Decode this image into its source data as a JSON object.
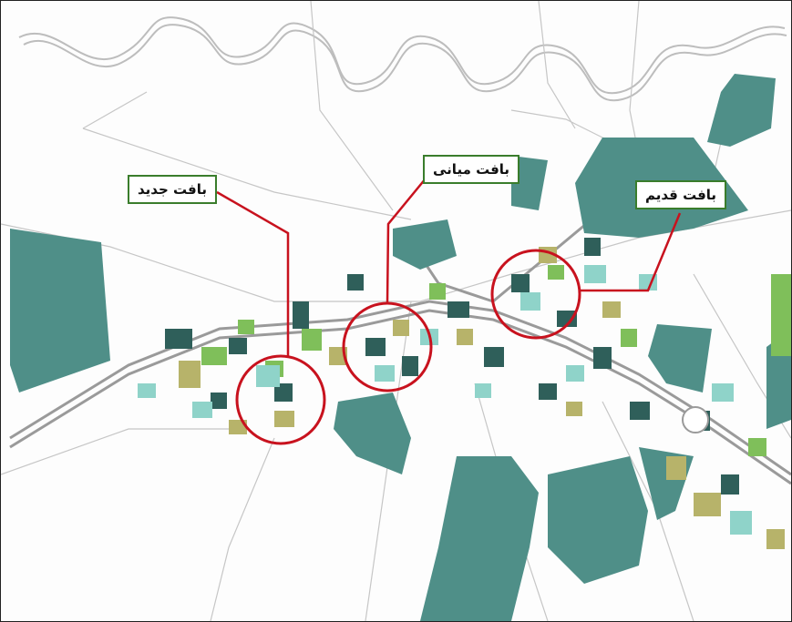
{
  "map": {
    "colors": {
      "background": "#fdfdfd",
      "water_parcel": "#4f8f88",
      "parcel_light": "#8fd3c9",
      "parcel_green": "#7fbf5a",
      "parcel_olive": "#b7b36a",
      "parcel_dark": "#2f5f5a",
      "road_line": "#b8b8b8",
      "callout_red": "#c8121e",
      "label_border": "#3a7d2c"
    },
    "labels": [
      {
        "id": "new",
        "text": "بافت جدید"
      },
      {
        "id": "middle",
        "text": "بافت میانی"
      },
      {
        "id": "old",
        "text": "بافت قدیم"
      }
    ]
  }
}
